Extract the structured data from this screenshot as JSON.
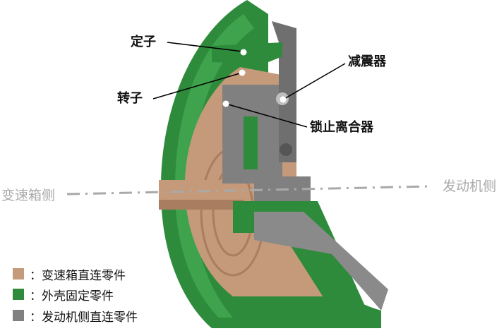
{
  "labels": {
    "stator": "定子",
    "rotor": "转子",
    "damper": "减震器",
    "lockup_clutch": "锁止离合器"
  },
  "sides": {
    "left": "变速箱侧",
    "right": "发动机侧"
  },
  "legend": [
    {
      "color": "#c49a7a",
      "text": "：变速箱直连零件"
    },
    {
      "color": "#2e8b3c",
      "text": "：外壳固定零件"
    },
    {
      "color": "#808080",
      "text": "：发动机侧直连零件"
    }
  ],
  "colors": {
    "tan": "#c49a7a",
    "green": "#2e8b3c",
    "gray": "#808080",
    "axis": "#a9a9a9"
  }
}
